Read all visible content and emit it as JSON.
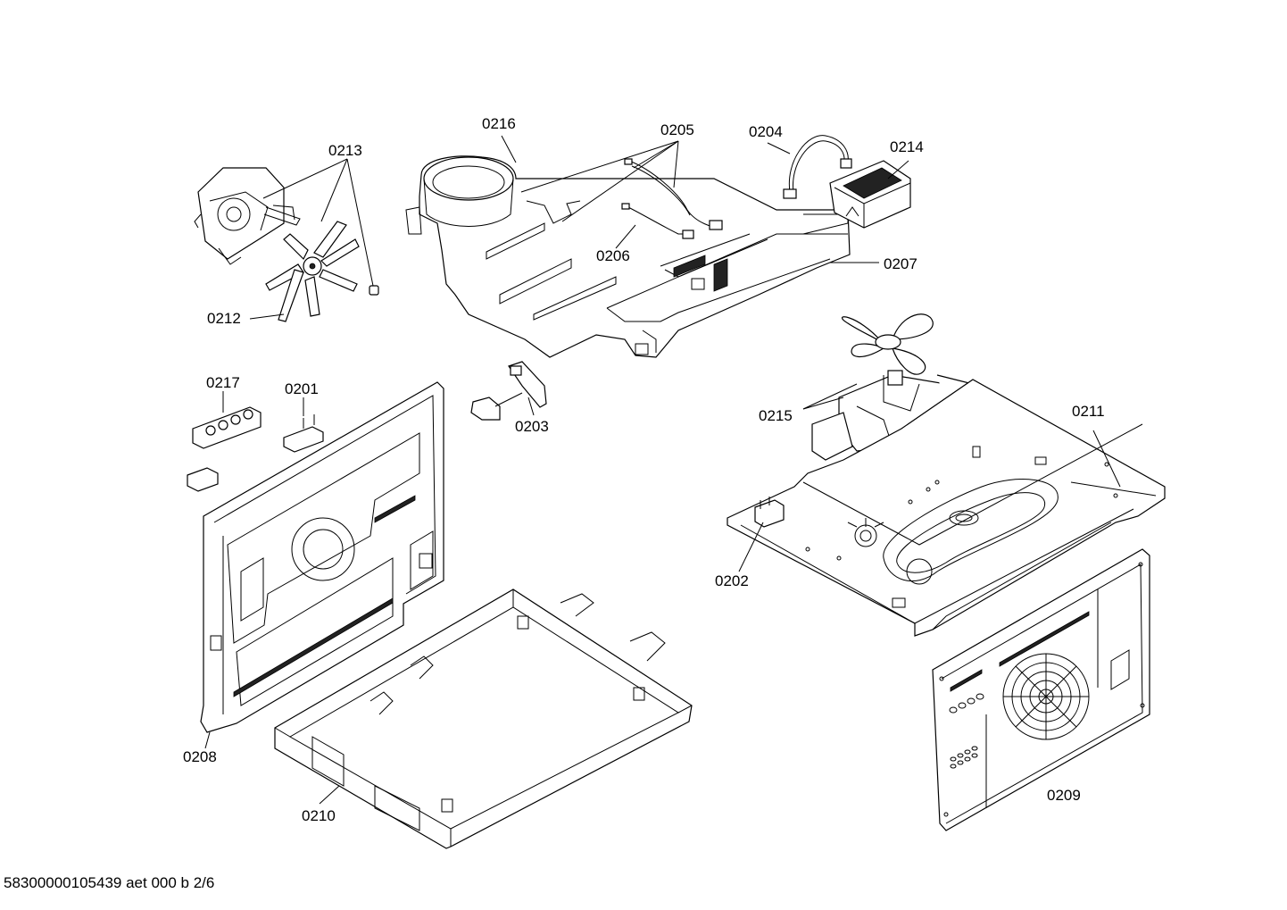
{
  "labels": {
    "p0201": "0201",
    "p0202": "0202",
    "p0203": "0203",
    "p0204": "0204",
    "p0205": "0205",
    "p0206": "0206",
    "p0207": "0207",
    "p0208": "0208",
    "p0209": "0209",
    "p0210": "0210",
    "p0211": "0211",
    "p0212": "0212",
    "p0213": "0213",
    "p0214": "0214",
    "p0215": "0215",
    "p0216": "0216",
    "p0217": "0217"
  },
  "footer": {
    "doc_id": "58300000105439 aet 000 b 2/6"
  }
}
